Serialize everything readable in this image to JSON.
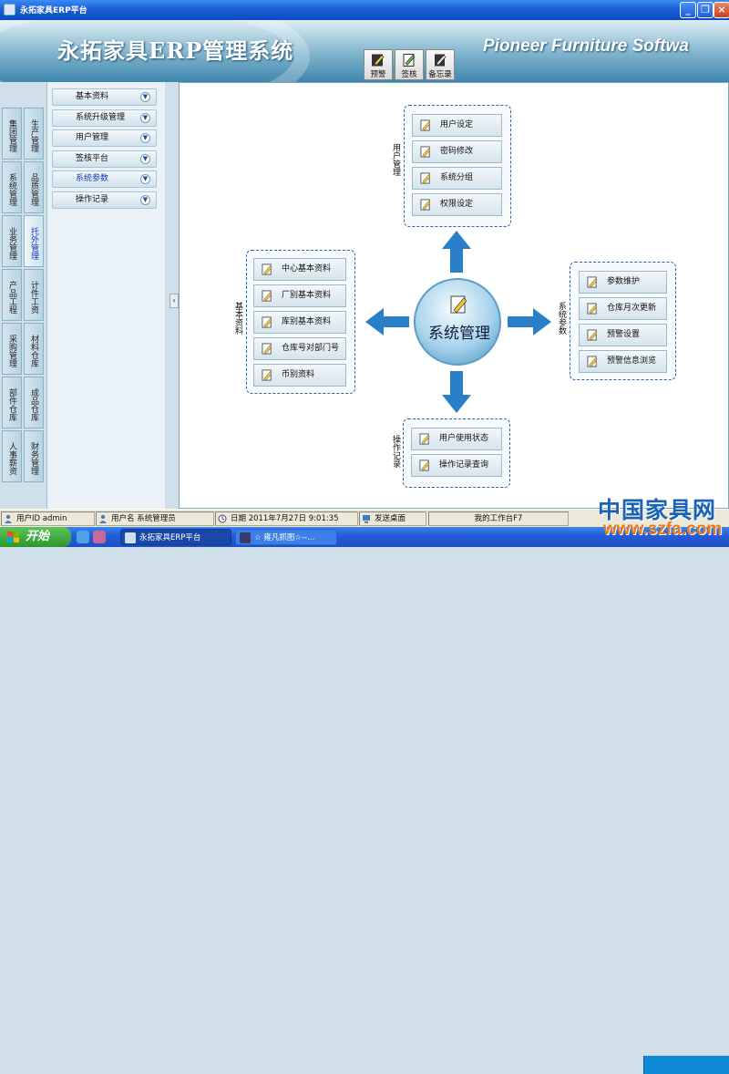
{
  "window": {
    "title": "永拓家具ERP平台"
  },
  "banner": {
    "cn_title": "永拓家具ERP管理系统",
    "en_title": "Pioneer Furniture Softwa",
    "toolbar": [
      {
        "label": "预警",
        "icon": "alert-pen-icon"
      },
      {
        "label": "签核",
        "icon": "sign-pen-icon"
      },
      {
        "label": "备忘录",
        "icon": "memo-icon"
      }
    ]
  },
  "left_tabs": {
    "col1": [
      "集团管理",
      "系统管理",
      "业务管理",
      "产品工程",
      "采购管理",
      "部件仓库",
      "人事薪资"
    ],
    "col2": [
      "生产管理",
      "品质管理",
      "托外管理",
      "计件工资",
      "材料仓库",
      "成品仓库",
      "财务管理"
    ],
    "active": "托外管理"
  },
  "submenu": {
    "items": [
      "基本资料",
      "系统升级管理",
      "用户管理",
      "签核平台",
      "系统参数",
      "操作记录"
    ],
    "active": "系统参数"
  },
  "diagram": {
    "center": "系统管理",
    "top": {
      "label": "用户管理",
      "buttons": [
        "用户设定",
        "密码修改",
        "系统分组",
        "权限设定"
      ]
    },
    "left": {
      "label": "基本资料",
      "buttons": [
        "中心基本资料",
        "厂别基本资料",
        "库别基本资料",
        "仓库号对部门号",
        "币别资料"
      ]
    },
    "right": {
      "label": "系统参数",
      "buttons": [
        "参数维护",
        "仓库月次更新",
        "预警设置",
        "预警信息浏览"
      ]
    },
    "bottom": {
      "label": "操作记录",
      "buttons": [
        "用户使用状态",
        "操作记录查询"
      ]
    }
  },
  "statusbar": {
    "user_id": "用户ID admin",
    "user_name": "用户名 系统管理员",
    "date": "日期 2011年7月27日 9:01:35",
    "send_desktop": "发送桌面",
    "workbench": "我的工作台F7"
  },
  "taskbar": {
    "start": "开始",
    "tasks": [
      "永拓家具ERP平台",
      "☆ 雍凡抓图☆--..."
    ]
  },
  "watermark": {
    "cn": "中国家具网",
    "url": "www.szfa.com"
  },
  "colors": {
    "accent": "#2a78c8",
    "arrow": "#2a7fc9",
    "titlebar": "#1b5fd6"
  }
}
